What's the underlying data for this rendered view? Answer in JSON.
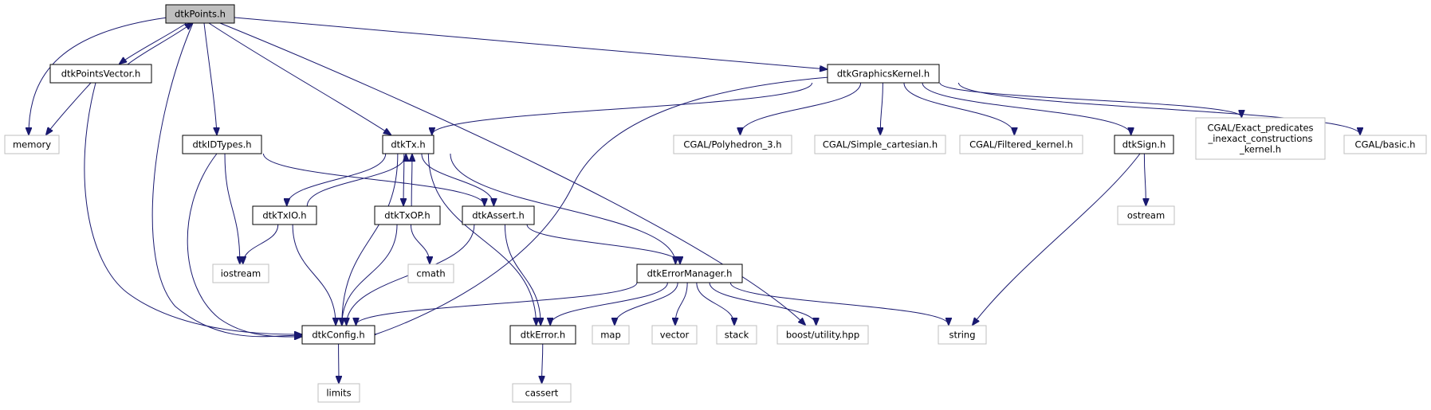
{
  "title": "",
  "colors": {
    "edge": "#191970",
    "root_fill": "#bfbfbf",
    "internal_stroke": "#000000",
    "external_stroke": "#bfbfbf",
    "background": "#ffffff"
  },
  "nodes": [
    {
      "id": "dtkPoints",
      "lines": [
        "dtkPoints.h"
      ],
      "kind": "root"
    },
    {
      "id": "dtkPointsVector",
      "lines": [
        "dtkPointsVector.h"
      ],
      "kind": "internal"
    },
    {
      "id": "memory",
      "lines": [
        "memory"
      ],
      "kind": "external"
    },
    {
      "id": "dtkIDTypes",
      "lines": [
        "dtkIDTypes.h"
      ],
      "kind": "internal"
    },
    {
      "id": "dtkTx",
      "lines": [
        "dtkTx.h"
      ],
      "kind": "internal"
    },
    {
      "id": "dtkTxIO",
      "lines": [
        "dtkTxIO.h"
      ],
      "kind": "internal"
    },
    {
      "id": "dtkTxOP",
      "lines": [
        "dtkTxOP.h"
      ],
      "kind": "internal"
    },
    {
      "id": "dtkAssert",
      "lines": [
        "dtkAssert.h"
      ],
      "kind": "internal"
    },
    {
      "id": "iostream",
      "lines": [
        "iostream"
      ],
      "kind": "external"
    },
    {
      "id": "cmath",
      "lines": [
        "cmath"
      ],
      "kind": "external"
    },
    {
      "id": "dtkErrorManager",
      "lines": [
        "dtkErrorManager.h"
      ],
      "kind": "internal"
    },
    {
      "id": "dtkConfig",
      "lines": [
        "dtkConfig.h"
      ],
      "kind": "internal"
    },
    {
      "id": "limits",
      "lines": [
        "limits"
      ],
      "kind": "external"
    },
    {
      "id": "dtkError",
      "lines": [
        "dtkError.h"
      ],
      "kind": "internal"
    },
    {
      "id": "cassert",
      "lines": [
        "cassert"
      ],
      "kind": "external"
    },
    {
      "id": "map",
      "lines": [
        "map"
      ],
      "kind": "external"
    },
    {
      "id": "vector",
      "lines": [
        "vector"
      ],
      "kind": "external"
    },
    {
      "id": "stack",
      "lines": [
        "stack"
      ],
      "kind": "external"
    },
    {
      "id": "boost",
      "lines": [
        "boost/utility.hpp"
      ],
      "kind": "external"
    },
    {
      "id": "string",
      "lines": [
        "string"
      ],
      "kind": "external"
    },
    {
      "id": "dtkGraphicsKernel",
      "lines": [
        "dtkGraphicsKernel.h"
      ],
      "kind": "internal"
    },
    {
      "id": "polyhedron",
      "lines": [
        "CGAL/Polyhedron_3.h"
      ],
      "kind": "external"
    },
    {
      "id": "simplecart",
      "lines": [
        "CGAL/Simple_cartesian.h"
      ],
      "kind": "external"
    },
    {
      "id": "filtered",
      "lines": [
        "CGAL/Filtered_kernel.h"
      ],
      "kind": "external"
    },
    {
      "id": "dtkSign",
      "lines": [
        "dtkSign.h"
      ],
      "kind": "internal"
    },
    {
      "id": "exactpred",
      "lines": [
        "CGAL/Exact_predicates",
        "_inexact_constructions",
        "_kernel.h"
      ],
      "kind": "external"
    },
    {
      "id": "basic",
      "lines": [
        "CGAL/basic.h"
      ],
      "kind": "external"
    },
    {
      "id": "ostream",
      "lines": [
        "ostream"
      ],
      "kind": "external"
    }
  ],
  "edges": [
    {
      "from": "dtkPoints",
      "to": "memory"
    },
    {
      "from": "dtkPoints",
      "to": "dtkPointsVector"
    },
    {
      "from": "dtkPointsVector",
      "to": "dtkPoints"
    },
    {
      "from": "dtkPointsVector",
      "to": "memory"
    },
    {
      "from": "dtkPointsVector",
      "to": "dtkConfig"
    },
    {
      "from": "dtkPoints",
      "to": "dtkConfig"
    },
    {
      "from": "dtkPoints",
      "to": "dtkIDTypes"
    },
    {
      "from": "dtkPoints",
      "to": "dtkTx"
    },
    {
      "from": "dtkPoints",
      "to": "boost"
    },
    {
      "from": "dtkPoints",
      "to": "dtkGraphicsKernel"
    },
    {
      "from": "dtkIDTypes",
      "to": "iostream"
    },
    {
      "from": "dtkIDTypes",
      "to": "dtkConfig"
    },
    {
      "from": "dtkIDTypes",
      "to": "dtkAssert"
    },
    {
      "from": "dtkTx",
      "to": "dtkTxIO"
    },
    {
      "from": "dtkTxIO",
      "to": "dtkTx"
    },
    {
      "from": "dtkTx",
      "to": "dtkTxOP"
    },
    {
      "from": "dtkTxOP",
      "to": "dtkTx"
    },
    {
      "from": "dtkTx",
      "to": "dtkAssert"
    },
    {
      "from": "dtkTx",
      "to": "dtkConfig"
    },
    {
      "from": "dtkTx",
      "to": "dtkErrorManager"
    },
    {
      "from": "dtkTx",
      "to": "dtkError"
    },
    {
      "from": "dtkTxIO",
      "to": "iostream"
    },
    {
      "from": "dtkTxIO",
      "to": "dtkConfig"
    },
    {
      "from": "dtkTxOP",
      "to": "cmath"
    },
    {
      "from": "dtkTxOP",
      "to": "dtkConfig"
    },
    {
      "from": "dtkAssert",
      "to": "dtkErrorManager"
    },
    {
      "from": "dtkAssert",
      "to": "dtkConfig"
    },
    {
      "from": "dtkAssert",
      "to": "dtkError"
    },
    {
      "from": "dtkErrorManager",
      "to": "dtkConfig"
    },
    {
      "from": "dtkErrorManager",
      "to": "dtkError"
    },
    {
      "from": "dtkErrorManager",
      "to": "map"
    },
    {
      "from": "dtkErrorManager",
      "to": "vector"
    },
    {
      "from": "dtkErrorManager",
      "to": "stack"
    },
    {
      "from": "dtkErrorManager",
      "to": "boost"
    },
    {
      "from": "dtkErrorManager",
      "to": "string"
    },
    {
      "from": "dtkConfig",
      "to": "limits"
    },
    {
      "from": "dtkError",
      "to": "cassert"
    },
    {
      "from": "dtkGraphicsKernel",
      "to": "dtkTx"
    },
    {
      "from": "dtkGraphicsKernel",
      "to": "dtkConfig"
    },
    {
      "from": "dtkGraphicsKernel",
      "to": "polyhedron"
    },
    {
      "from": "dtkGraphicsKernel",
      "to": "simplecart"
    },
    {
      "from": "dtkGraphicsKernel",
      "to": "filtered"
    },
    {
      "from": "dtkGraphicsKernel",
      "to": "dtkSign"
    },
    {
      "from": "dtkGraphicsKernel",
      "to": "exactpred"
    },
    {
      "from": "dtkGraphicsKernel",
      "to": "basic"
    },
    {
      "from": "dtkSign",
      "to": "ostream"
    },
    {
      "from": "dtkSign",
      "to": "string"
    }
  ]
}
